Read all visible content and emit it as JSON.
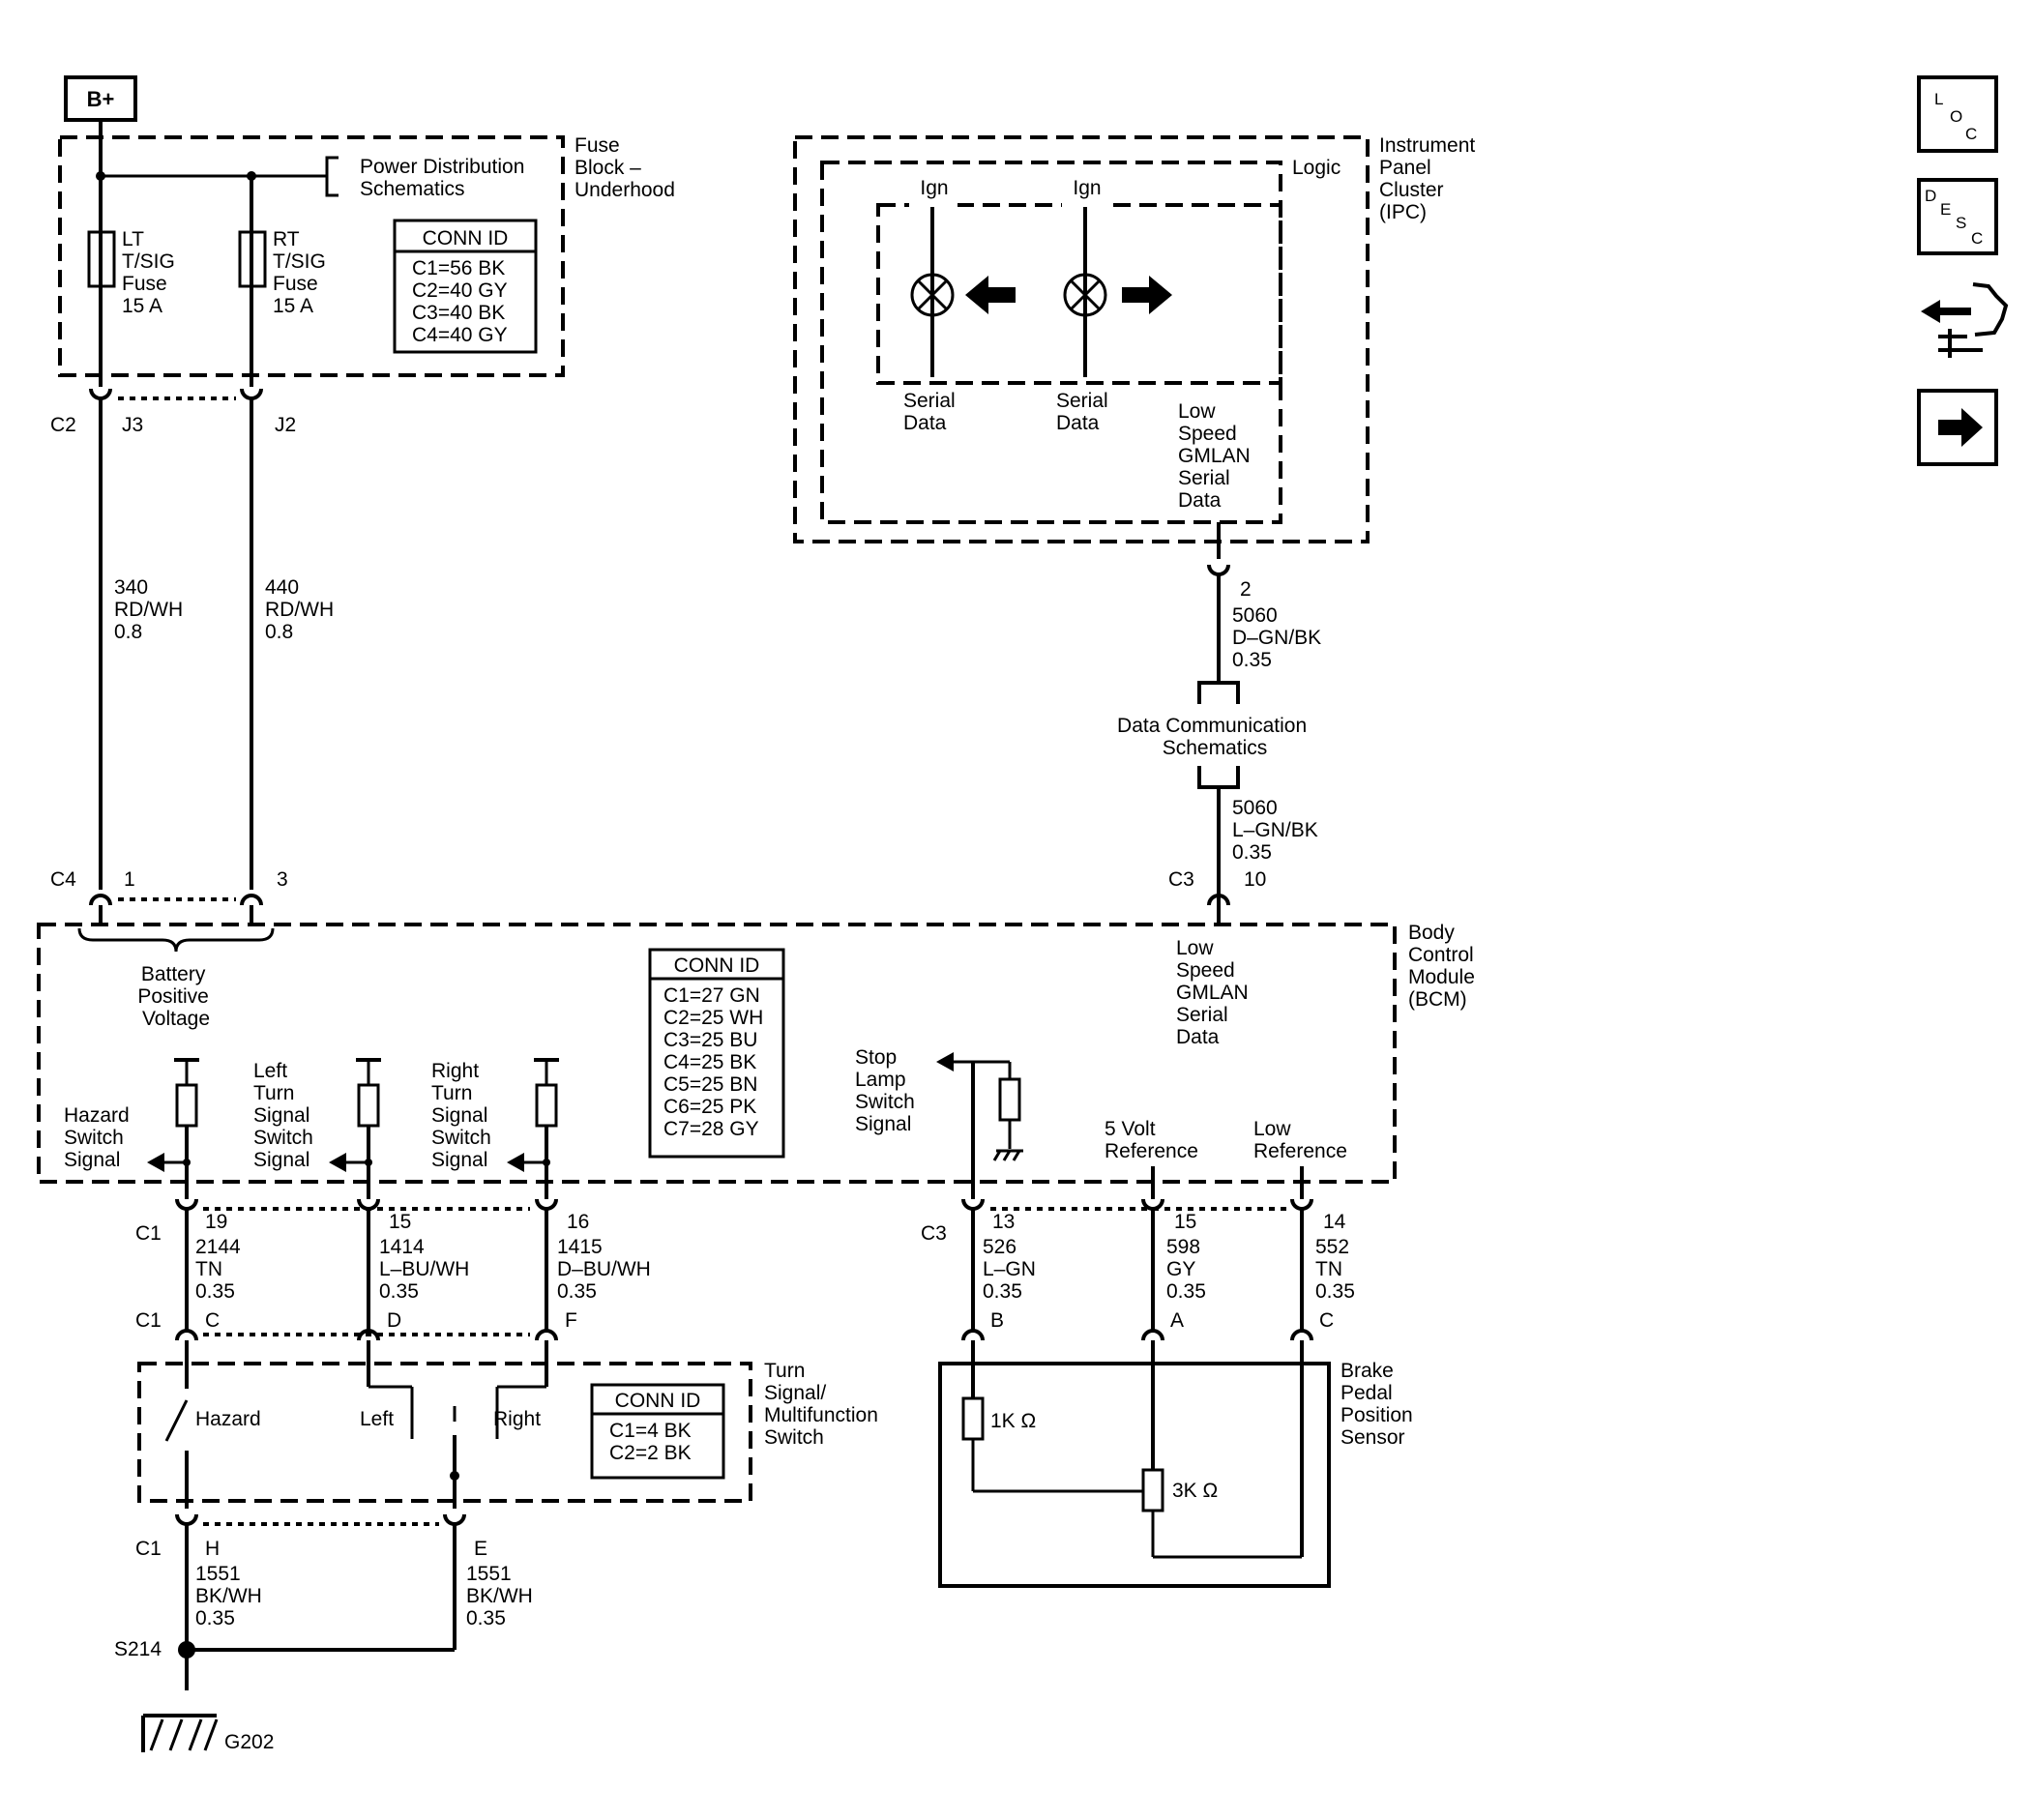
{
  "bplus": "B+",
  "fuse_block": {
    "title": [
      "Fuse",
      "Block –",
      "Underhood"
    ],
    "pds": [
      "Power Distribution",
      "Schematics"
    ],
    "lt_fuse": [
      "LT",
      "T/SIG",
      "Fuse",
      "15 A"
    ],
    "rt_fuse": [
      "RT",
      "T/SIG",
      "Fuse",
      "15 A"
    ],
    "conn_id": {
      "title": "CONN ID",
      "rows": [
        "C1=56 BK",
        "C2=40 GY",
        "C3=40 BK",
        "C4=40 GY"
      ]
    },
    "pins": {
      "c2": "C2",
      "j3": "J3",
      "j2": "J2"
    }
  },
  "wires": {
    "w340": [
      "340",
      "RD/WH",
      "0.8"
    ],
    "w440": [
      "440",
      "RD/WH",
      "0.8"
    ],
    "w5060a": [
      "5060",
      "D–GN/BK",
      "0.35"
    ],
    "w5060b": [
      "5060",
      "L–GN/BK",
      "0.35"
    ],
    "w2144": [
      "2144",
      "TN",
      "0.35"
    ],
    "w1414": [
      "1414",
      "L–BU/WH",
      "0.35"
    ],
    "w1415": [
      "1415",
      "D–BU/WH",
      "0.35"
    ],
    "w526": [
      "526",
      "L–GN",
      "0.35"
    ],
    "w598": [
      "598",
      "GY",
      "0.35"
    ],
    "w552": [
      "552",
      "TN",
      "0.35"
    ],
    "w1551a": [
      "1551",
      "BK/WH",
      "0.35"
    ],
    "w1551b": [
      "1551",
      "BK/WH",
      "0.35"
    ]
  },
  "ipc": {
    "title": [
      "Instrument",
      "Panel",
      "Cluster",
      "(IPC)"
    ],
    "logic": "Logic",
    "ign1": "Ign",
    "ign2": "Ign",
    "serial1": [
      "Serial",
      "Data"
    ],
    "serial2": [
      "Serial",
      "Data"
    ],
    "gmlan": [
      "Low",
      "Speed",
      "GMLAN",
      "Serial",
      "Data"
    ],
    "pin2": "2"
  },
  "dcs": [
    "Data Communication",
    "Schematics"
  ],
  "bcm": {
    "title": [
      "Body",
      "Control",
      "Module",
      "(BCM)"
    ],
    "battery": [
      "Battery",
      "Positive",
      "Voltage"
    ],
    "gmlan": [
      "Low",
      "Speed",
      "GMLAN",
      "Serial",
      "Data"
    ],
    "hazard": [
      "Hazard",
      "Switch",
      "Signal"
    ],
    "left": [
      "Left",
      "Turn",
      "Signal",
      "Switch",
      "Signal"
    ],
    "right": [
      "Right",
      "Turn",
      "Signal",
      "Switch",
      "Signal"
    ],
    "stop": [
      "Stop",
      "Lamp",
      "Switch",
      "Signal"
    ],
    "five_volt": [
      "5 Volt",
      "Reference"
    ],
    "low_ref": [
      "Low",
      "Reference"
    ],
    "conn_id": {
      "title": "CONN ID",
      "rows": [
        "C1=27 GN",
        "C2=25 WH",
        "C3=25 BU",
        "C4=25 BK",
        "C5=25 BN",
        "C6=25 PK",
        "C7=28 GY"
      ]
    },
    "pins": {
      "c4": "C4",
      "p1": "1",
      "p3": "3",
      "c3top": "C3",
      "p10": "10",
      "c1": "C1",
      "p19": "19",
      "p15a": "15",
      "p16": "16",
      "c3": "C3",
      "p13": "13",
      "p15b": "15",
      "p14": "14"
    }
  },
  "switch": {
    "title": [
      "Turn",
      "Signal/",
      "Multifunction",
      "Switch"
    ],
    "hazard": "Hazard",
    "left": "Left",
    "right": "Right",
    "conn_id": {
      "title": "CONN ID",
      "rows": [
        "C1=4 BK",
        "C2=2 BK"
      ]
    },
    "pins": {
      "c1top": "C1",
      "pc": "C",
      "pd": "D",
      "pf": "F",
      "c1bot": "C1",
      "ph": "H",
      "pe": "E"
    }
  },
  "bpp": {
    "title": [
      "Brake",
      "Pedal",
      "Position",
      "Sensor"
    ],
    "r1": "1K Ω",
    "r2": "3K Ω",
    "pins": {
      "pb": "B",
      "pa": "A",
      "pc": "C"
    }
  },
  "splice": "S214",
  "ground": "G202",
  "nav": {
    "loc": [
      "L",
      "O",
      "C"
    ],
    "desc": [
      "D",
      "E",
      "S",
      "C"
    ]
  }
}
